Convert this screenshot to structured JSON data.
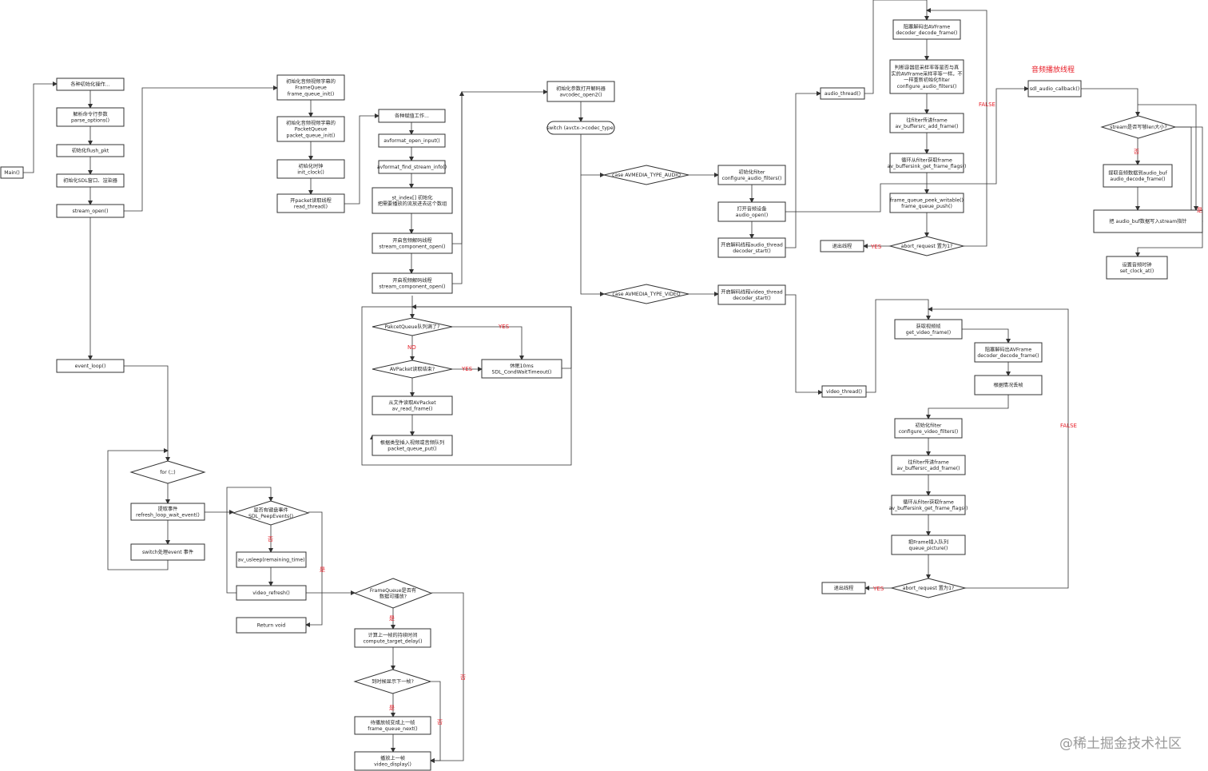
{
  "nodes": {
    "main": "Main()",
    "init_ops": "各种初始化操作...",
    "parse_opts": [
      "解析命令行参数",
      "parse_options()"
    ],
    "init_flush": "初始化flush_pkt",
    "init_sdl": "初始化SDL窗口、渲染器",
    "stream_open": "stream_open()",
    "event_loop": "event_loop()",
    "for_loop": "for (;;)",
    "refresh_wait": [
      "提取事件",
      "refresh_loop_wait_event()"
    ],
    "switch_event": "switch处理event 事件",
    "peep_events": [
      "是否有键盘事件",
      "SDL_PeepEvents()"
    ],
    "av_usleep": "av_usleep(remaining_time)",
    "video_refresh": "video_refresh()",
    "return_void": "Return void",
    "fq_playable": [
      "FrameQueue是否有",
      "数据可播放?"
    ],
    "compute_delay": [
      "计算上一帧的持续时间",
      "compute_target_delay()"
    ],
    "time_next": "到时候显示下一帧?",
    "fq_next": [
      "待播放帧变成上一帧",
      "frame_queue_next()"
    ],
    "video_display": [
      "播放上一帧",
      "video_display()"
    ],
    "init_fq": [
      "初始化音频视频字幕的",
      "FrameQueue",
      "frame_queue_init()"
    ],
    "init_pq": [
      "初始化音频视频字幕的",
      "PacketQueue",
      "packet_queue_init()"
    ],
    "init_clock": [
      "初始化时钟",
      "init_clock()"
    ],
    "read_thread": [
      "开packet读取线程",
      "read_thread()"
    ],
    "assign_work": "各种赋值工作...",
    "avformat_open": "avformat_open_input()",
    "find_stream_info": "avformat_find_stream_info()",
    "st_index": [
      "st_index[] 初始化",
      "把需要播放的流放进去这个数组"
    ],
    "open_audio": [
      "开启音频解码线程",
      "stream_component_open()"
    ],
    "open_video": [
      "开启视频解码线程",
      "stream_component_open()"
    ],
    "pq_full": "PakcetQueue队列满了?",
    "pkt_end": "AVPacket读取结束?",
    "sleep_10ms": [
      "休眠10ms",
      "SDL_CondWaitTimeout()"
    ],
    "read_frame": [
      "从文件读取AVPacket",
      "av_read_frame()"
    ],
    "pq_put": [
      "根据类型插入视频或音频队列",
      "packet_queue_put()"
    ],
    "codec_open": [
      "初始化参数打开解码器",
      "avcodec_open2()"
    ],
    "switch_codec": "switch (avctx->codec_type)",
    "case_audio": "case AVMEDIA_TYPE_AUDIO",
    "case_video": "case AVMEDIA_TYPE_VIDEO",
    "cfg_audio_filters": [
      "初始化filter",
      "configure_audio_filters()"
    ],
    "audio_open": [
      "打开音频设备",
      "audio_open()"
    ],
    "start_audio_thread": [
      "开启解码线程audio_thread",
      "decoder_start()"
    ],
    "start_video_thread": [
      "开启解码线程video_thread",
      "decoder_start()"
    ],
    "audio_thread": "audio_thread()",
    "video_thread": "video_thread()",
    "a_decode": [
      "阻塞解码出AVFrame",
      "decoder_decode_frame()"
    ],
    "a_check_fmt": [
      "判断容器层采样率等是否与真",
      "实的AVFrame采样率等一样。不",
      "一样重新初始化filter",
      "configure_audio_filters()"
    ],
    "a_src_add": [
      "往filter传进frame",
      "av_buffersrc_add_frame()"
    ],
    "a_sink_get": [
      "循环从filter获取frame",
      "av_buffersink_get_frame_flags()"
    ],
    "a_peek_push": [
      "frame_queue_peek_writable()",
      "frame_queue_push()"
    ],
    "a_abort": "abort_request 置为1?",
    "a_exit": "退出线程",
    "v_get": [
      "获取视频帧",
      "get_video_frame()"
    ],
    "v_decode": [
      "阻塞解码出AVFrame",
      "decoder_decode_frame()"
    ],
    "v_drop": "根据情况丢帧",
    "v_cfg_filters": [
      "初始化filter",
      "configure_video_filters()"
    ],
    "v_src_add": [
      "往filter传进frame",
      "av_buffersrc_add_frame()"
    ],
    "v_sink_get": [
      "循环从filter获取frame",
      "av_buffersink_get_frame_flags()"
    ],
    "v_queue": [
      "把Frame插入队列",
      "queue_picture()"
    ],
    "v_abort": "abort_request 置为1?",
    "v_exit": "退出线程",
    "sdl_cb": "sdl_audio_callback()",
    "buf_enough": "stream是否写够len大小?",
    "decode_buf": [
      "提取音频数据到audio_buf",
      "audio_decode_frame()"
    ],
    "write_stream": "把 audio_buf数据写入stream指针",
    "set_clock": [
      "设置音频时钟",
      "set_clock_at()"
    ]
  },
  "labels": {
    "yes": "YES",
    "no": "NO",
    "false": "FALSE",
    "shi": "是",
    "fou": "否"
  },
  "audio_playback_title": "音频播放线程",
  "watermark": "@稀土掘金技术社区",
  "colors": {
    "label_red": "#e8202a",
    "stroke": "#333333",
    "watermark": "#9a9a9a"
  }
}
